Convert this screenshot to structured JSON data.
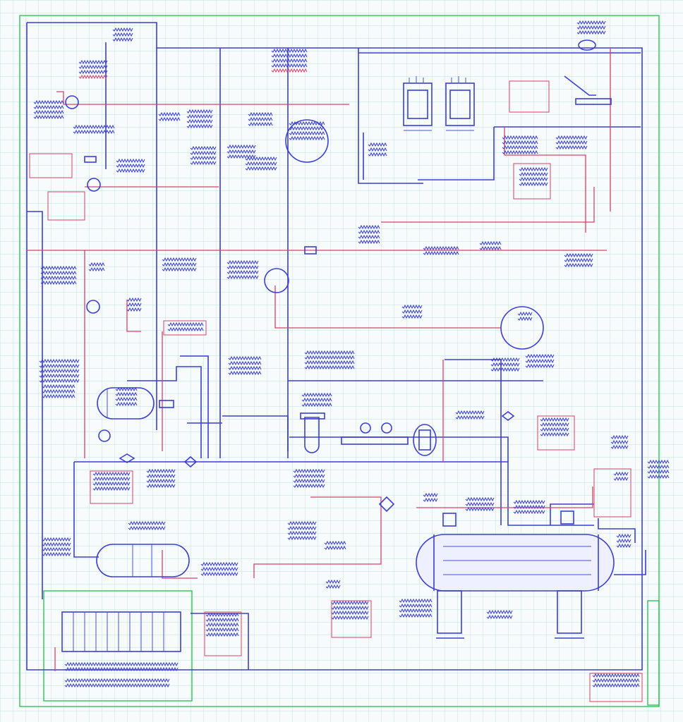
{
  "drawing": {
    "title": "",
    "grid": true,
    "palette": {
      "grid": "#bfe0dc",
      "process_line": "#3b3fd0",
      "signal_line": "#d8426a",
      "border": "#34c05a",
      "background": "#f7fbfb"
    },
    "legible_text": [],
    "equipment": [
      {
        "kind": "stacked-reactor-units",
        "icon": "reactor-icon"
      },
      {
        "kind": "horizontal-storage-drum",
        "icon": "drum-icon"
      },
      {
        "kind": "shell-and-tube-heat-exchanger",
        "icon": "heat-exchanger-icon"
      },
      {
        "kind": "spherical-vessel",
        "icon": "vessel-icon"
      },
      {
        "kind": "instrument-bubble",
        "icon": "instrument-icon"
      },
      {
        "kind": "pump",
        "icon": "pump-icon"
      },
      {
        "kind": "valve",
        "icon": "valve-icon"
      },
      {
        "kind": "legend-table",
        "icon": "table-icon"
      }
    ],
    "note": ""
  }
}
